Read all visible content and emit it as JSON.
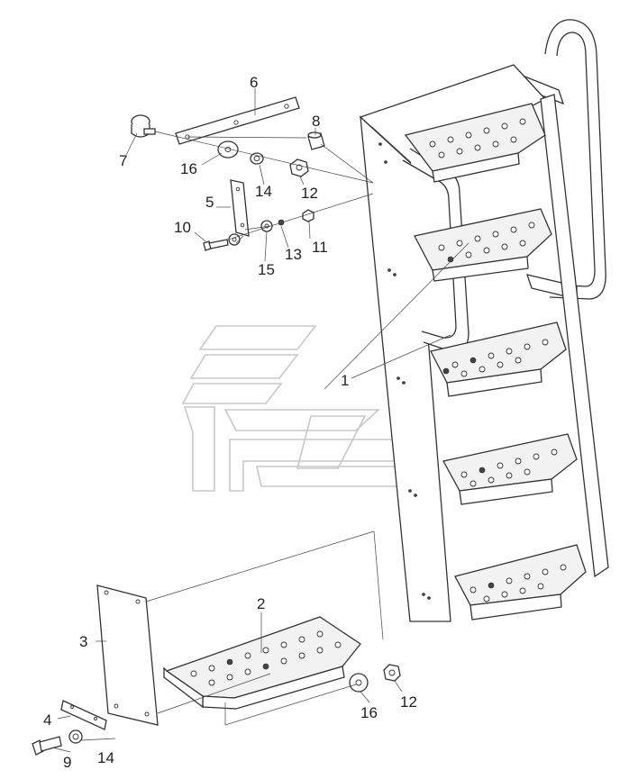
{
  "diagram": {
    "callouts": [
      {
        "id": "c1",
        "text": "1"
      },
      {
        "id": "c2",
        "text": "2"
      },
      {
        "id": "c3",
        "text": "3"
      },
      {
        "id": "c4",
        "text": "4"
      },
      {
        "id": "c5",
        "text": "5"
      },
      {
        "id": "c6",
        "text": "6"
      },
      {
        "id": "c7",
        "text": "7"
      },
      {
        "id": "c8",
        "text": "8"
      },
      {
        "id": "c9",
        "text": "9"
      },
      {
        "id": "c10",
        "text": "10"
      },
      {
        "id": "c11",
        "text": "11"
      },
      {
        "id": "c12a",
        "text": "12"
      },
      {
        "id": "c12b",
        "text": "12"
      },
      {
        "id": "c13",
        "text": "13"
      },
      {
        "id": "c14a",
        "text": "14"
      },
      {
        "id": "c14b",
        "text": "14"
      },
      {
        "id": "c15",
        "text": "15"
      },
      {
        "id": "c16a",
        "text": "16"
      },
      {
        "id": "c16b",
        "text": "16"
      }
    ]
  }
}
